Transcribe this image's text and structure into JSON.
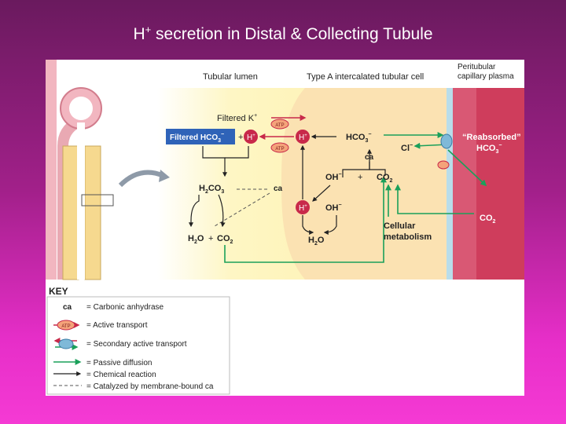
{
  "title": {
    "main": "secretion in Distal & Collecting Tubule",
    "ion": "H",
    "ion_charge": "+"
  },
  "header_labels": {
    "lumen": "Tubular lumen",
    "cell": "Type A intercalated tubular cell",
    "plasma_line1": "Peritubular",
    "plasma_line2": "capillary plasma"
  },
  "diagram": {
    "filtered_k": "Filtered K",
    "filtered_k_charge": "+",
    "filtered_hco3": "Filtered HCO",
    "sub3": "3",
    "minus": "−",
    "plus": "+",
    "h": "H",
    "atp": "ATP",
    "h2co3_h": "H",
    "h2co3_co": "CO",
    "ca": "ca",
    "h2o_h": "H",
    "h2o_o": "O",
    "co": "CO",
    "sub2": "2",
    "hco3_cell": "HCO",
    "cl": "Cl",
    "oh": "OH",
    "reabsorbed_line1": "“Reabsorbed”",
    "reabsorbed_line2": "HCO",
    "cellular_line1": "Cellular",
    "cellular_line2": "metabolism",
    "co2_plasma": "CO"
  },
  "key": {
    "heading": "KEY",
    "items": [
      {
        "symbol": "ca",
        "label": "= Carbonic anhydrase"
      },
      {
        "symbol": "ATP",
        "label": "= Active transport"
      },
      {
        "symbol": "",
        "label": "= Secondary active transport"
      },
      {
        "symbol": "",
        "label": "= Passive diffusion"
      },
      {
        "symbol": "",
        "label": "= Chemical reaction"
      },
      {
        "symbol": "",
        "label": "= Catalyzed by membrane-bound ca"
      }
    ]
  },
  "colors": {
    "lumen": "#fdf3b0",
    "cell": "#fbe2b2",
    "plasma": "#cf3d5c",
    "transporter_box": "#2f63b8",
    "h_circle": "#c8294a",
    "passive_green": "#1aa05a"
  }
}
